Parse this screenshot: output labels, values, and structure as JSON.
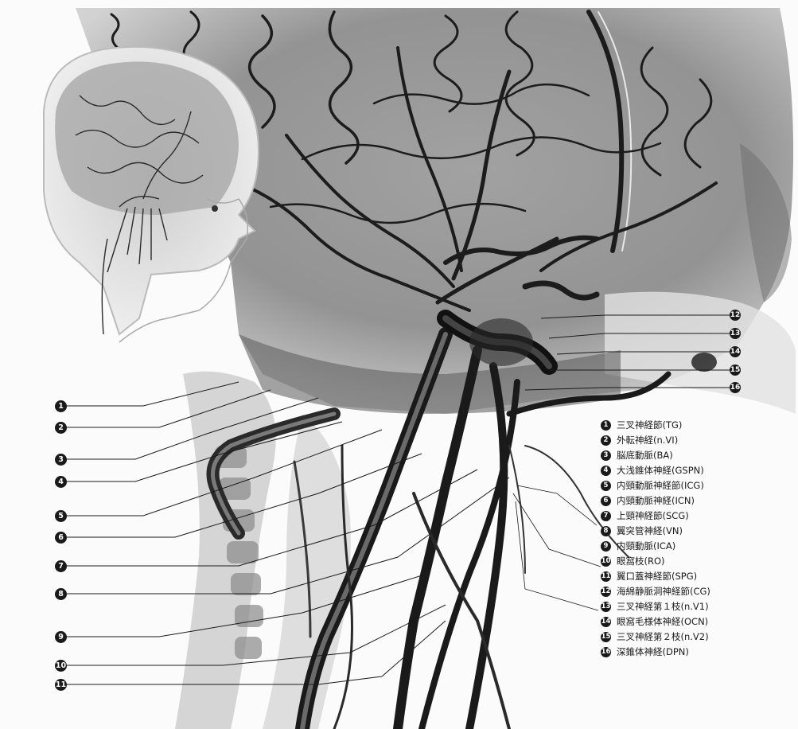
{
  "left_markers": [
    {
      "num": "1",
      "label": "三叉神経節(TG)"
    },
    {
      "num": "2",
      "label": "外転神経(n.VI)"
    },
    {
      "num": "3",
      "label": "脳底動脈(BA)"
    },
    {
      "num": "4",
      "label": "大浅錐体神経(GSPN)"
    },
    {
      "num": "5",
      "label": "内頸動脈神経節(ICG)"
    },
    {
      "num": "6",
      "label": "内頸動脈神経(ICN)"
    },
    {
      "num": "7",
      "label": "上頸神経節(SCG)"
    },
    {
      "num": "8",
      "label": "翼突管神経(VN)"
    },
    {
      "num": "9",
      "label": "内頸動脈(ICA)"
    },
    {
      "num": "10",
      "label": "眼窩枝(RO)"
    },
    {
      "num": "11",
      "label": "翼口蓋神経節(SPG)"
    }
  ],
  "right_markers": [
    {
      "num": "12",
      "label": "海綿静脈洞神経節(CG)"
    },
    {
      "num": "13",
      "label": "三叉神経第１枝(n.V1)"
    },
    {
      "num": "14",
      "label": "眼窩毛様体神経(OCN)"
    },
    {
      "num": "15",
      "label": "三叉神経第２枝(n.V2)"
    },
    {
      "num": "16",
      "label": "深錐体神経(DPN)"
    }
  ],
  "legend": [
    {
      "num": "1",
      "label": "三叉神経節(TG)"
    },
    {
      "num": "2",
      "label": "外転神経(n.VI)"
    },
    {
      "num": "3",
      "label": "脳底動脈(BA)"
    },
    {
      "num": "4",
      "label": "大浅錐体神経(GSPN)"
    },
    {
      "num": "5",
      "label": "内頸動脈神経節(ICG)"
    },
    {
      "num": "6",
      "label": "内頸動脈神経(ICN)"
    },
    {
      "num": "7",
      "label": "上頸神経節(SCG)"
    },
    {
      "num": "8",
      "label": "翼突管神経(VN)"
    },
    {
      "num": "9",
      "label": "内頸動脈(ICA)"
    },
    {
      "num": "10",
      "label": "眼窩枝(RO)"
    },
    {
      "num": "11",
      "label": "翼口蓋神経節(SPG)"
    },
    {
      "num": "12",
      "label": "海綿静脈洞神経節(CG)"
    },
    {
      "num": "13",
      "label": "三叉神経第１枝(n.V1)"
    },
    {
      "num": "14",
      "label": "眼窩毛様体神経(OCN)"
    },
    {
      "num": "15",
      "label": "三叉神経第２枝(n.V2)"
    },
    {
      "num": "16",
      "label": "深錐体神経(DPN)"
    }
  ]
}
